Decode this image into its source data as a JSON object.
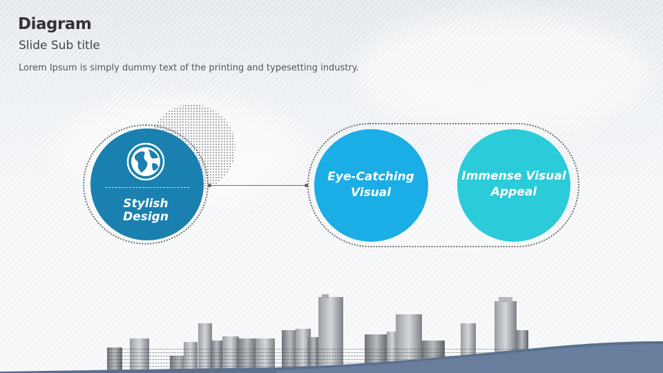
{
  "header": {
    "title": "Diagram",
    "subtitle": "Slide Sub title",
    "description": "Lorem Ipsum is simply dummy text of the printing and typesetting industry."
  },
  "diagram": {
    "node1": {
      "line1": "Stylish",
      "line2": "Design",
      "icon": "globe-icon",
      "color": "#1a80b0"
    },
    "node2": {
      "line1": "Eye-Catching",
      "line2": "Visual",
      "color": "#1bade6"
    },
    "node3": {
      "line1": "Immense Visual",
      "line2": "Appeal",
      "color": "#2ccbd9"
    }
  },
  "decor": {
    "skyline": "city-skyline-image",
    "dotted_circle": "halftone-circle"
  }
}
